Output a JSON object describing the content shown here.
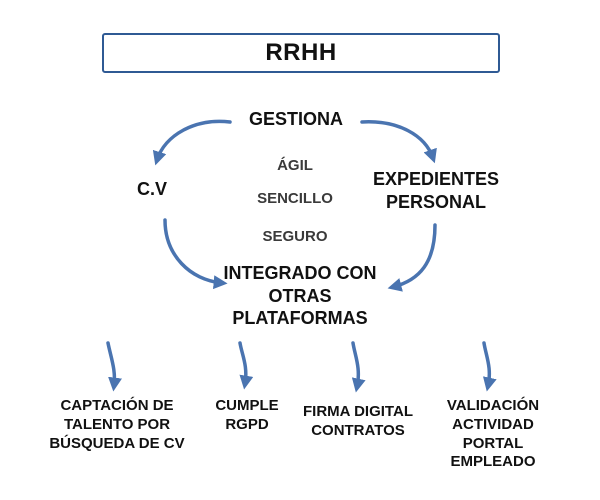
{
  "title": "RRHH",
  "top": "GESTIONA",
  "left": "C.V",
  "right": "EXPEDIENTES PERSONAL",
  "center": [
    "ÁGIL",
    "SENCILLO",
    "SEGURO"
  ],
  "middle": "INTEGRADO CON OTRAS PLATAFORMAS",
  "bottom": [
    "CAPTACIÓN DE TALENTO POR BÚSQUEDA DE CV",
    "CUMPLE RGPD",
    "FIRMA DIGITAL CONTRATOS",
    "VALIDACIÓN ACTIVIDAD PORTAL EMPLEADO"
  ],
  "colors": {
    "arrow": "#4a74b0",
    "border": "#2f5a94"
  }
}
